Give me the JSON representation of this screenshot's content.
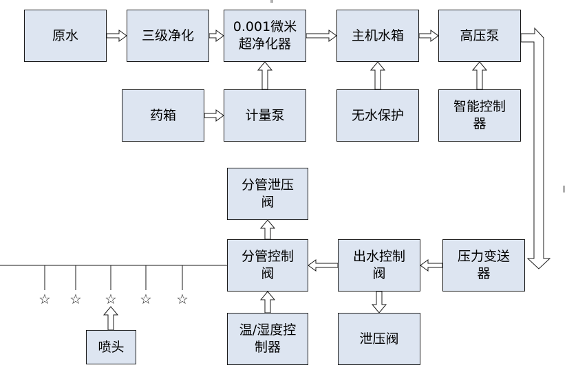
{
  "nodes": {
    "raw_water": "原水",
    "three_stage_purification": "三级净化",
    "ultrafiltration": "0.001微米\n超净化器",
    "main_tank": "主机水箱",
    "high_pressure_pump": "高压泵",
    "chemical_tank": "药箱",
    "metering_pump": "计量泵",
    "no_water_protection": "无水保护",
    "smart_controller": "智能控制\n器",
    "branch_relief_valve": "分管泄压\n阀",
    "branch_control_valve": "分管控制\n阀",
    "outlet_control_valve": "出水控制\n阀",
    "pressure_transmitter": "压力变送\n器",
    "relief_valve": "泄压阀",
    "temp_humidity_controller": "温/湿度控\n制器",
    "nozzle": "喷头"
  },
  "nozzle_symbol": "☆",
  "colors": {
    "box_fill": "#dde5f1",
    "line": "#1a1a1a",
    "arrow_fill": "#ffffff"
  }
}
